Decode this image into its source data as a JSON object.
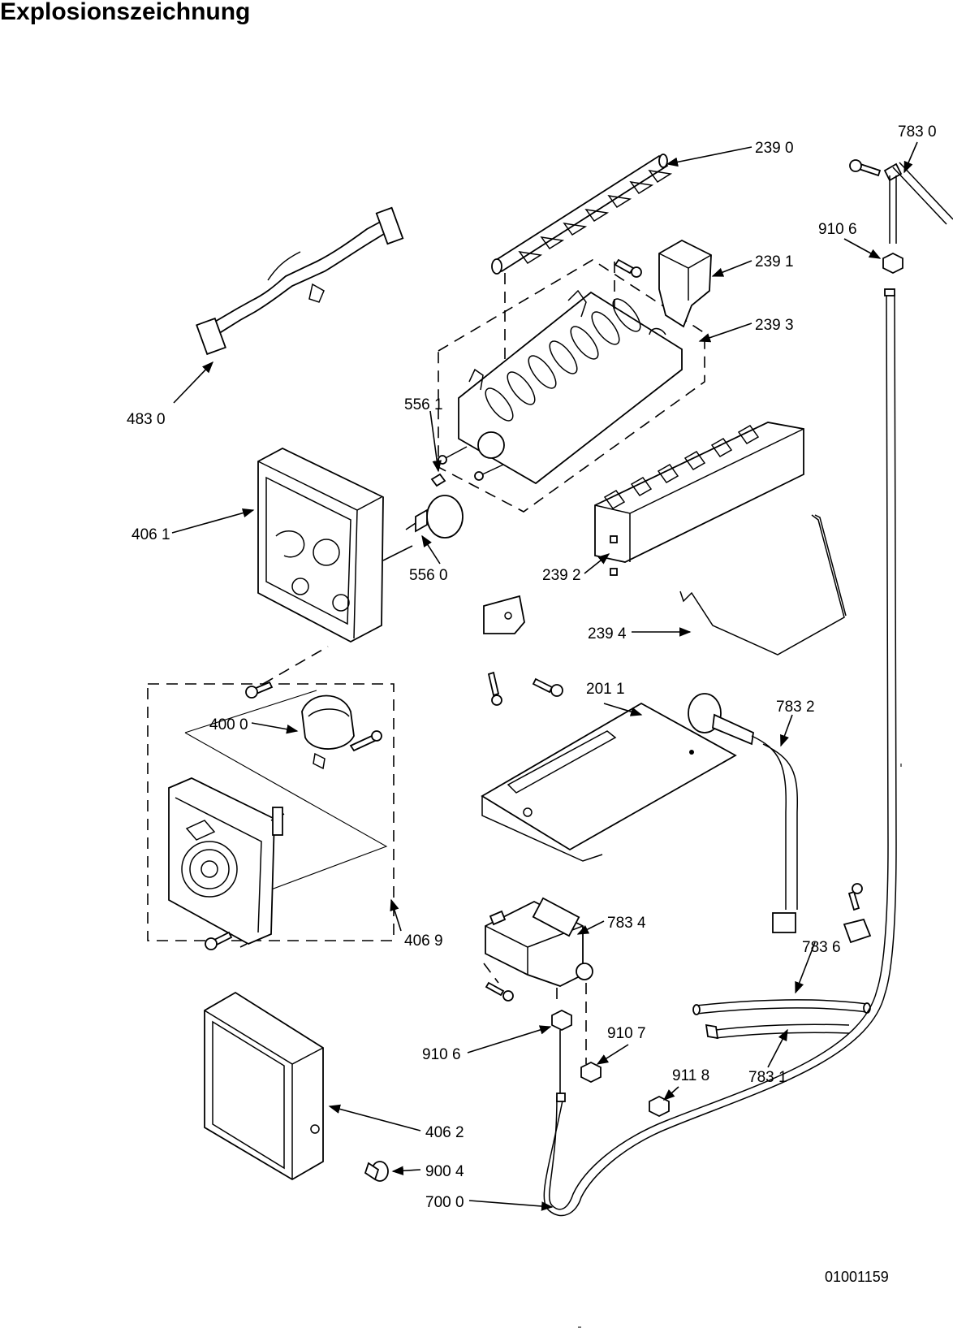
{
  "title": "Explosionszeichnung",
  "document_number": "01001159",
  "callouts": [
    {
      "id": "239-0",
      "text": "239 0"
    },
    {
      "id": "783-0",
      "text": "783 0"
    },
    {
      "id": "910-6-top",
      "text": "910 6"
    },
    {
      "id": "239-1",
      "text": "239 1"
    },
    {
      "id": "239-3",
      "text": "239 3"
    },
    {
      "id": "483-0",
      "text": "483 0"
    },
    {
      "id": "556-1",
      "text": "556 1"
    },
    {
      "id": "406-1",
      "text": "406 1"
    },
    {
      "id": "556-0",
      "text": "556 0"
    },
    {
      "id": "239-2",
      "text": "239 2"
    },
    {
      "id": "239-4",
      "text": "239 4"
    },
    {
      "id": "201-1",
      "text": "201 1"
    },
    {
      "id": "783-2",
      "text": "783 2"
    },
    {
      "id": "400-0",
      "text": "400 0"
    },
    {
      "id": "406-9",
      "text": "406 9"
    },
    {
      "id": "783-4",
      "text": "783 4"
    },
    {
      "id": "783-6",
      "text": "783 6"
    },
    {
      "id": "910-6-bottom",
      "text": "910 6"
    },
    {
      "id": "910-7",
      "text": "910 7"
    },
    {
      "id": "911-8",
      "text": "911 8"
    },
    {
      "id": "783-1",
      "text": "783 1"
    },
    {
      "id": "406-2",
      "text": "406 2"
    },
    {
      "id": "900-4",
      "text": "900 4"
    },
    {
      "id": "700-0",
      "text": "700 0"
    }
  ]
}
